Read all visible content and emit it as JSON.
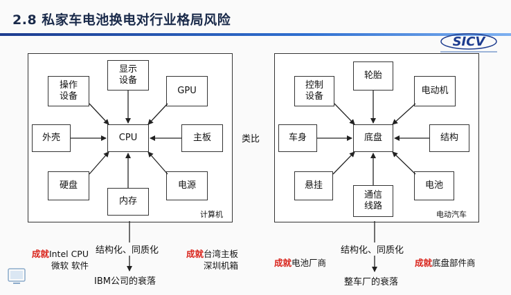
{
  "header": {
    "title": "2.8 私家车电池换电对行业格局风险",
    "logo_text": "SICV"
  },
  "left_panel": {
    "label": "计算机",
    "center": "CPU",
    "nodes": {
      "display": "显示\n设备",
      "operation": "操作\n设备",
      "gpu": "GPU",
      "shell": "外壳",
      "motherboard": "主板",
      "harddisk": "硬盘",
      "memory": "内存",
      "power": "电源"
    }
  },
  "analogy_label": "类比",
  "right_panel": {
    "label": "电动汽车",
    "center": "底盘",
    "nodes": {
      "control": "控制\n设备",
      "tire": "轮胎",
      "motor": "电动机",
      "body": "车身",
      "structure": "结构",
      "suspension": "悬挂",
      "comm": "通信\n线路",
      "battery": "电池"
    }
  },
  "left_bottom": {
    "middle": "结构化、同质化",
    "result": "IBM公司的衰落",
    "success_left_prefix": "成就",
    "success_left_line1": "Intel CPU",
    "success_left_line2": "微软 软件",
    "success_right_prefix": "成就",
    "success_right_line1": "台湾主板",
    "success_right_line2": "深圳机箱"
  },
  "right_bottom": {
    "middle": "结构化、同质化",
    "result": "整车厂的衰落",
    "success_left_prefix": "成就",
    "success_left_text": "电池厂商",
    "success_right_prefix": "成就",
    "success_right_text": "底盘部件商"
  },
  "colors": {
    "accent_red": "#d9241c",
    "title_bar": "#1d3c8f"
  }
}
